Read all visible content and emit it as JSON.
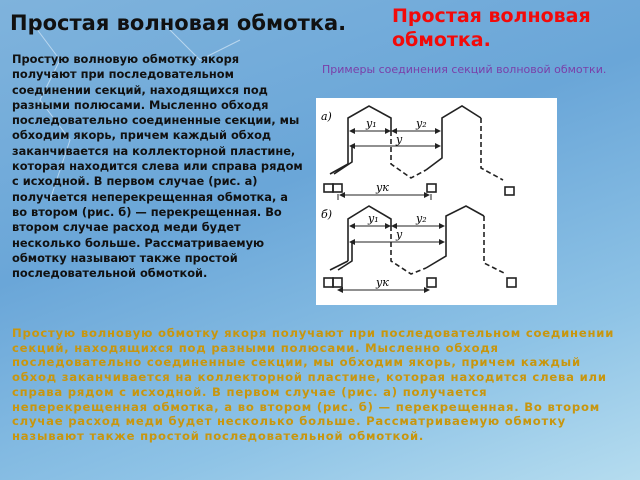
{
  "slide": {
    "title": "Простая волновая обмотка.",
    "title_overlay": "Простая волновая обмотка.",
    "body_text": "Простую волновую обмотку якоря получают при последовательном соединении секций, находящихся под разными полюсами. Мысленно обходя последовательно соединенные секции, мы обходим якорь, причем каждый обход заканчивается на коллекторной пластине, которая находится слева или справа рядом с исходной. В первом случае (рис. а) получается неперекрещенная обмотка, а во втором (рис. б) — перекрещенная. Во втором случае расход меди будет несколько больше. Рассматриваемую обмотку называют также простой последовательной обмоткой.",
    "caption": "Примеры соединения секций волновой обмотки.",
    "colors": {
      "title_overlay": "#f20a0a",
      "body_overlay": "#d9a81a",
      "caption": "#7a3fa8"
    }
  },
  "diagram": {
    "panel_a_label": "а)",
    "panel_b_label": "б)",
    "labels": {
      "y1": "y₁",
      "y2": "y₂",
      "y": "y",
      "yk": "yк"
    }
  }
}
